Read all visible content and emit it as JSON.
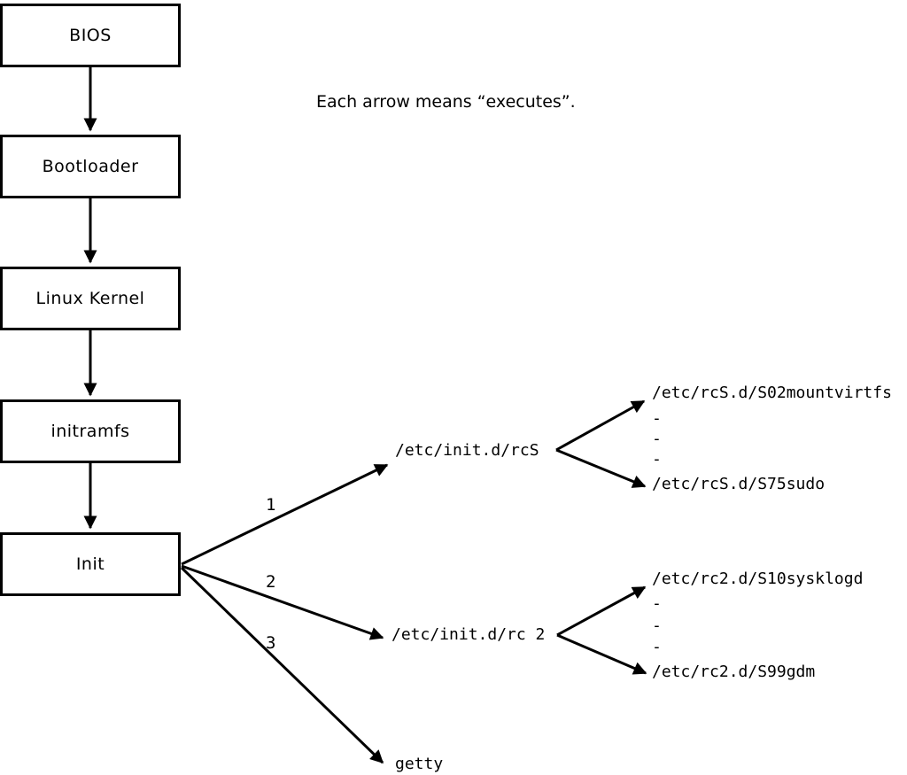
{
  "note": "Each arrow means “executes”.",
  "colors": {
    "background": "#ffffff",
    "line": "#000000",
    "text": "#000000",
    "box_border": "#000000"
  },
  "flow": {
    "boxes": [
      {
        "label": "BIOS"
      },
      {
        "label": "Bootloader"
      },
      {
        "label": "Linux Kernel"
      },
      {
        "label": "initramfs"
      },
      {
        "label": "Init"
      }
    ]
  },
  "init_branches": [
    {
      "order": "1",
      "target": "/etc/init.d/rcS",
      "children": [
        "/etc/rcS.d/S02mountvirtfs",
        "-",
        "-",
        "-",
        "/etc/rcS.d/S75sudo"
      ]
    },
    {
      "order": "2",
      "target": "/etc/init.d/rc 2",
      "children": [
        "/etc/rc2.d/S10sysklogd",
        "-",
        "-",
        "-",
        "/etc/rc2.d/S99gdm"
      ]
    },
    {
      "order": "3",
      "target": "getty",
      "children": []
    }
  ]
}
